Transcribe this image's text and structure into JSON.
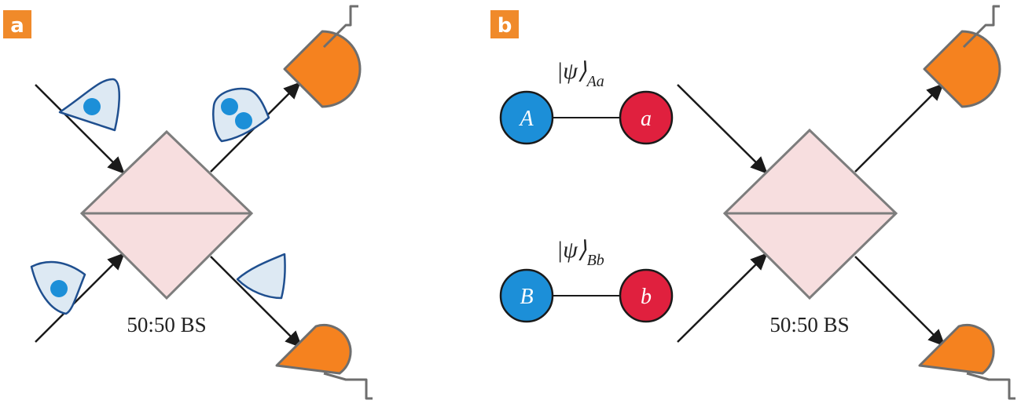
{
  "panel_a": {
    "label": "a",
    "beamsplitter_label": "50:50 BS"
  },
  "panel_b": {
    "label": "b",
    "beamsplitter_label": "50:50 BS",
    "state_top": {
      "ket_main": "|ψ⟩",
      "ket_sub": "Aa"
    },
    "state_bottom": {
      "ket_main": "|ψ⟩",
      "ket_sub": "Bb"
    },
    "particles": [
      {
        "id": "A",
        "text": "A"
      },
      {
        "id": "a",
        "text": "a"
      },
      {
        "id": "B",
        "text": "B"
      },
      {
        "id": "b",
        "text": "b"
      }
    ]
  },
  "colors": {
    "badge": "#f08a2a",
    "beamsplitter_fill": "#f7dedf",
    "beamsplitter_stroke": "#7d7d7d",
    "detector": "#f5821f",
    "photon_fill": "#1c8fd8",
    "packet_fill": "#dde9f3",
    "packet_stroke": "#1f4f8f",
    "particle_blue": "#1c8fd8",
    "particle_red": "#e0203e",
    "arrow": "#1a1a1a"
  },
  "icons": [
    "arrow-icon",
    "photon-icon",
    "detector-icon",
    "wavepacket-icon"
  ]
}
